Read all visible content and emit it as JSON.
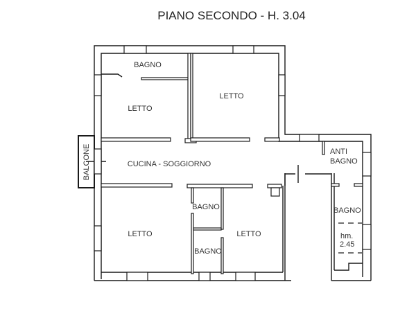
{
  "title": "PIANO SECONDO - H. 3.04",
  "rooms": {
    "bagno_top": "BAGNO",
    "letto_top_left": "LETTO",
    "letto_top_right": "LETTO",
    "cucina_soggiorno": "CUCINA - SOGGIORNO",
    "balcone": "BALCONE",
    "anti_bagno_1": "ANTI",
    "anti_bagno_2": "BAGNO",
    "bagno_right": "BAGNO",
    "hm_label": "hm.",
    "hm_value": "2.45",
    "letto_bottom_left": "LETTO",
    "bagno_mid_1": "BAGNO",
    "bagno_mid_2": "BAGNO",
    "letto_bottom_right": "LETTO"
  }
}
